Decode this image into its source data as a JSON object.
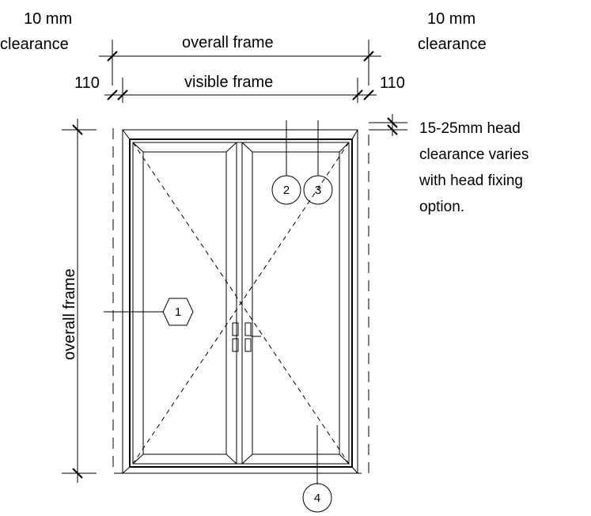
{
  "labels": {
    "clearance_left_top": "10 mm",
    "clearance_left_bottom": "clearance",
    "clearance_right_top": "10 mm",
    "clearance_right_bottom": "clearance",
    "overall_frame_horizontal": "overall frame",
    "visible_frame": "visible frame",
    "offset_left": "110",
    "offset_right": "110",
    "overall_frame_vertical": "overall frame",
    "head_note_lines": [
      "15-25mm head",
      "clearance varies",
      "with head fixing",
      "option."
    ]
  },
  "tags": {
    "tag1": "1",
    "tag2": "2",
    "tag3": "3",
    "tag4": "4"
  }
}
